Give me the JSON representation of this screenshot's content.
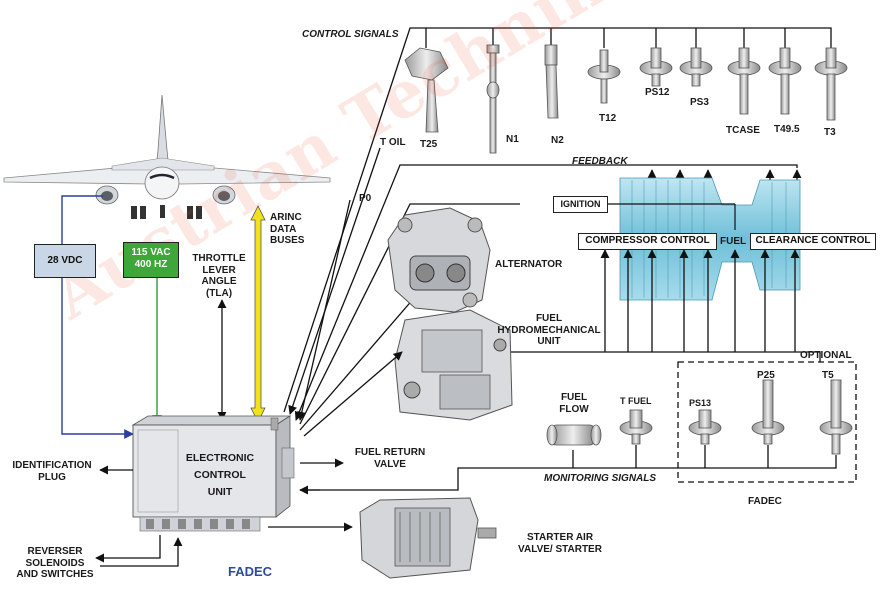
{
  "watermark": "Austrian Technik",
  "title": "FADEC",
  "signal_groups": {
    "control_signals": "CONTROL SIGNALS",
    "feedback": "FEEDBACK",
    "monitoring_signals": "MONITORING SIGNALS",
    "optional": "OPTIONAL",
    "fadec_group": "FADEC"
  },
  "sensors_top": [
    "T25",
    "N1",
    "N2",
    "T12",
    "PS12",
    "PS3",
    "TCASE",
    "T49.5",
    "T3"
  ],
  "sensors_monitor": [
    "T FUEL",
    "PS13",
    "P25",
    "T5"
  ],
  "side_signals": {
    "t_oil": "T OIL",
    "p0": "P0"
  },
  "power": {
    "dc": "28 VDC",
    "ac_line1": "115 VAC",
    "ac_line2": "400 HZ"
  },
  "throttle": {
    "line1": "THROTTLE",
    "line2": "LEVER",
    "line3": "ANGLE",
    "line4": "(TLA)"
  },
  "arinc": {
    "line1": "ARINC",
    "line2": "DATA",
    "line3": "BUSES"
  },
  "engine_boxes": {
    "ignition": "IGNITION",
    "compressor_control": "COMPRESSOR CONTROL",
    "fuel": "FUEL",
    "clearance_control": "CLEARANCE CONTROL"
  },
  "components": {
    "alternator": "ALTERNATOR",
    "hmu_line1": "FUEL",
    "hmu_line2": "HYDROMECHANICAL",
    "hmu_line3": "UNIT",
    "fuel_flow_line1": "FUEL",
    "fuel_flow_line2": "FLOW",
    "fuel_return_line1": "FUEL RETURN",
    "fuel_return_line2": "VALVE",
    "starter_line1": "STARTER AIR",
    "starter_line2": "VALVE/ STARTER"
  },
  "ecu": {
    "line1": "ELECTRONIC",
    "line2": "CONTROL",
    "line3": "UNIT"
  },
  "left_labels": {
    "id_line1": "IDENTIFICATION",
    "id_line2": "PLUG",
    "rev_line1": "REVERSER",
    "rev_line2": "SOLENOIDS",
    "rev_line3": "AND SWITCHES"
  },
  "colors": {
    "dc_wire": "#2b3f9c",
    "ac_wire": "#2e9a3a",
    "ac_box": "#3fa63a",
    "dc_box": "#c9d6e6",
    "arinc_bus": "#f2e21a",
    "engine": "#7cc4dc"
  }
}
